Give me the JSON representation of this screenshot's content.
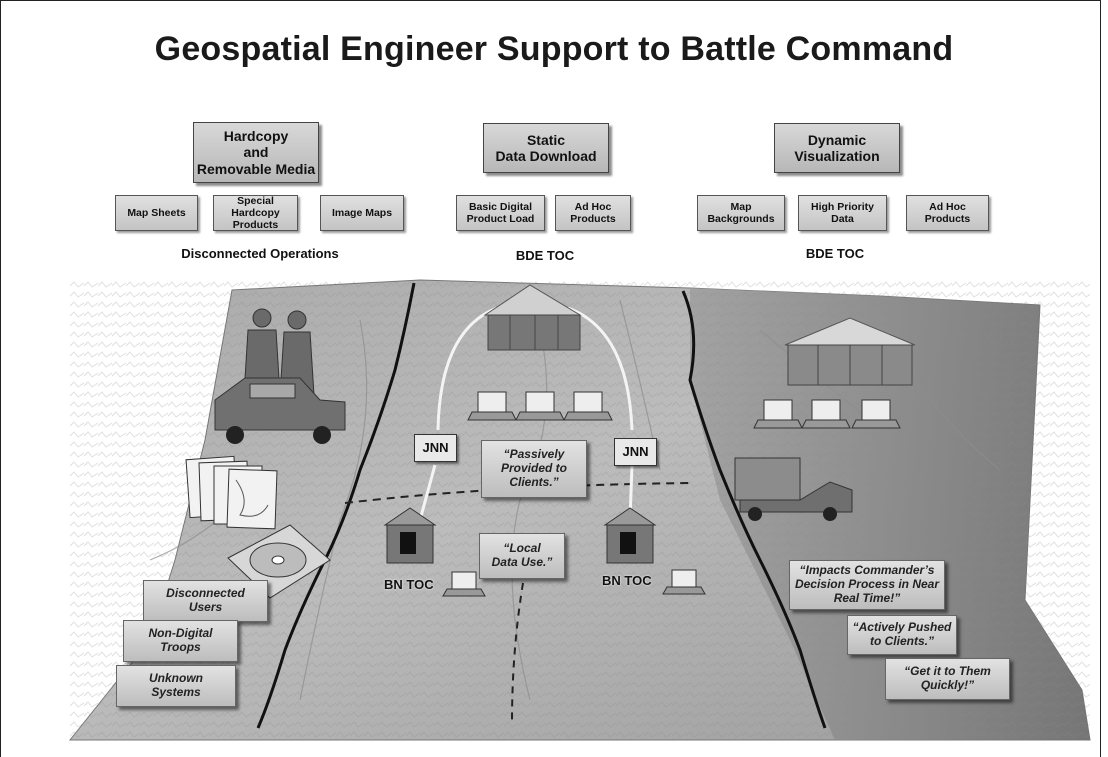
{
  "title": "Geospatial Engineer Support to Battle Command",
  "groups": [
    {
      "label": "Hardcopy\nand\nRemovable Media",
      "items": [
        "Map Sheets",
        "Special Hardcopy\nProducts",
        "Image Maps"
      ],
      "caption": "Disconnected Operations"
    },
    {
      "label": "Static\nData Download",
      "items": [
        "Basic Digital\nProduct Load",
        "Ad Hoc\nProducts"
      ],
      "caption": "BDE TOC"
    },
    {
      "label": "Dynamic\nVisualization",
      "items": [
        "Map\nBackgrounds",
        "High Priority\nData",
        "Ad Hoc\nProducts"
      ],
      "caption": "BDE TOC"
    }
  ],
  "left_callouts": [
    "Disconnected\nUsers",
    "Non-Digital\nTroops",
    "Unknown\nSystems"
  ],
  "middle": {
    "jnn_labels": [
      "JNN",
      "JNN"
    ],
    "callouts": [
      "“Passively\nProvided to\nClients.”",
      "“Local\nData Use.”"
    ],
    "bn_labels": [
      "BN TOC",
      "BN TOC"
    ]
  },
  "right_callouts": [
    "“Impacts Commander’s\nDecision Process in Near\nReal Time!”",
    "“Actively Pushed\nto Clients.”",
    "“Get it to Them\nQuickly!”"
  ],
  "colors": {
    "terrain_light": "#bdbdbd",
    "terrain_dark": "#6e6e6e",
    "box_fill": "#c8c8c8",
    "line": "#111111"
  }
}
